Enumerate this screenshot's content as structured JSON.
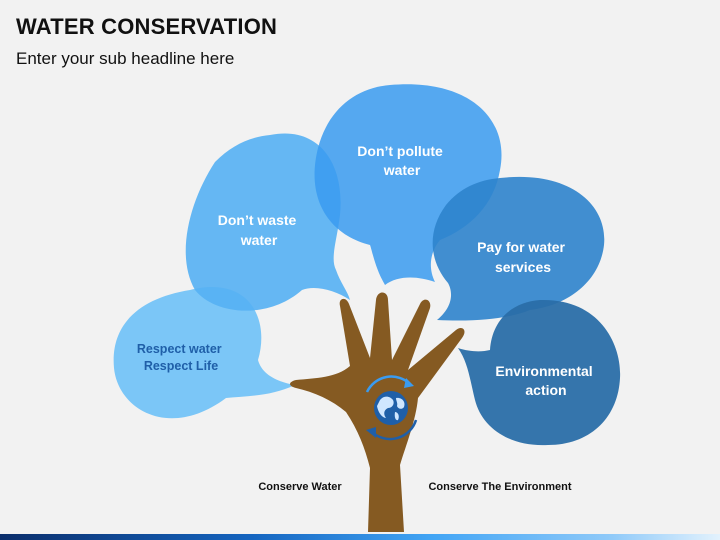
{
  "title": "WATER CONSERVATION",
  "subtitle": "Enter your sub headline here",
  "bubbles": [
    {
      "lines": [
        "Respect water",
        "Respect Life"
      ],
      "color": "#6ec1f7"
    },
    {
      "lines": [
        "Don’t waste",
        "water"
      ],
      "color": "#55b0f3"
    },
    {
      "lines": [
        "Don’t pollute",
        "water"
      ],
      "color": "#3a9bf0"
    },
    {
      "lines": [
        "Pay for water",
        "services"
      ],
      "color": "#2e83cc"
    },
    {
      "lines": [
        "Environmental",
        "action"
      ],
      "color": "#2a6ea8"
    }
  ],
  "captions": {
    "left": "Conserve Water",
    "right": "Conserve The Environment"
  },
  "colors": {
    "hand": "#855a22",
    "globe": "#1f5fa8",
    "arrows": "#3a9bf0"
  },
  "icons": [
    "globe-icon",
    "recycle-arrows-icon"
  ]
}
